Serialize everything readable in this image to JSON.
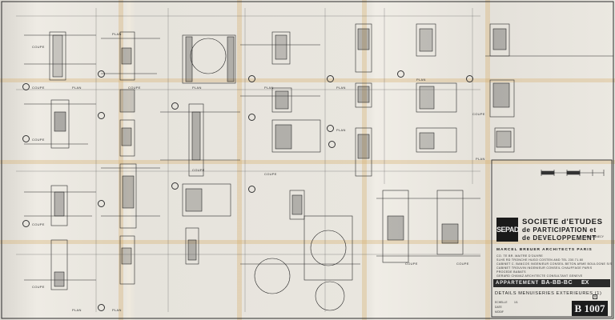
{
  "sheet": {
    "labels": {
      "coupe": "COUPE",
      "plan": "PLAN"
    }
  },
  "title_block": {
    "logo_text": "SEPAD",
    "company_line1": "SOCIETE d'ETUDES",
    "company_line2": "de PARTICIPATION et",
    "company_line3": "de DEVELOPPEMENT",
    "company_city": "PARIS ANNECY",
    "architects": "MARCEL BREUER ARCHITECTS PARIS",
    "team_line1": "CO. TE BR. MAITRE D'OUVRE",
    "team_line2": "SLHS RD TRONCHE HUGO COSTEN AND TEL 230.71.80",
    "team_line3": "CABINET C. BANCOS INGENIEUR CONSEIL BETON ARME BOULOGNE S/S",
    "team_line4": "CABINET TROUVIN INGENIEUR CONSEIL CHAUFFAGE PARIS",
    "team_line5": "PROCEDE BABATS",
    "team_line6": "GERARD CHAVAZ ARCHITECTE CONSULTANT GENEVE",
    "band_apartment": "APPARTEMENT",
    "band_code": "BA-BB-BC",
    "band_ex": "EX",
    "subject": "DETAILS MENUISERIES EXTERIEURES (1)",
    "scale_label": "ECHELLE",
    "date_label": "DATE",
    "modif_label": "MODIF",
    "scale_value": "1/1",
    "sheet_number": "B 1007",
    "revision": "B"
  }
}
